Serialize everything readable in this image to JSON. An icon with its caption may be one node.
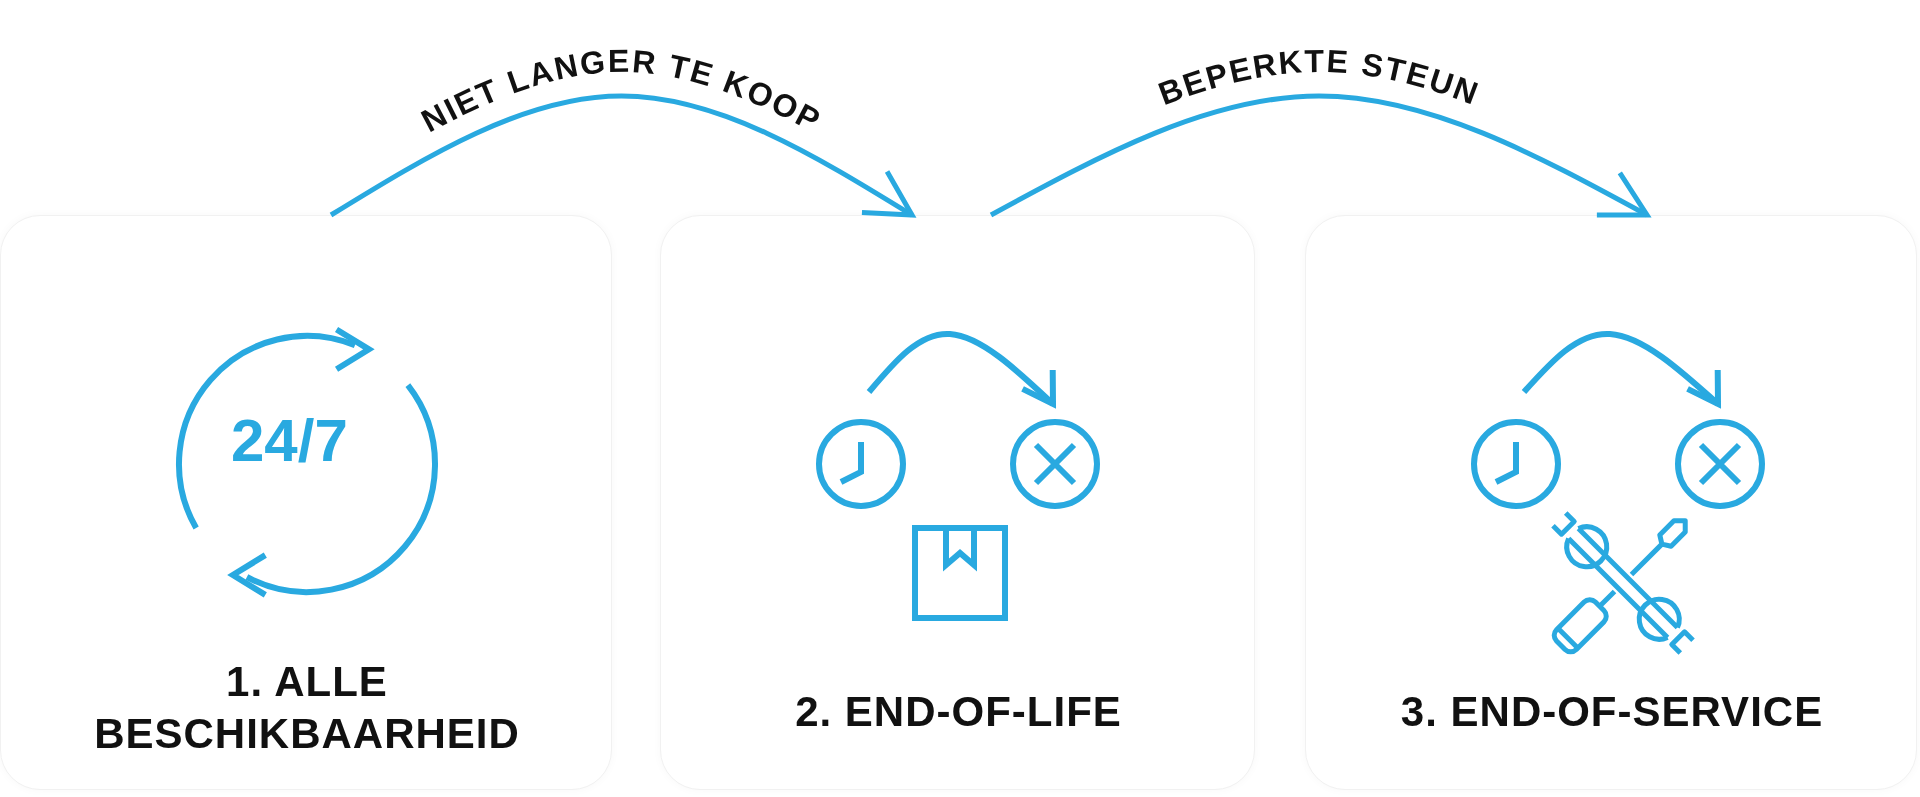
{
  "diagram": {
    "nodes": [
      {
        "text": [
          "1. ALLE BESCHIKBAARHEID"
        ]
      },
      {
        "text": [
          "2. END-OF-LIFE"
        ]
      },
      {
        "text": [
          "3. END-OF-SERVICE"
        ]
      }
    ],
    "edges": [
      {
        "from": 0,
        "to": 1,
        "arrow": "to",
        "label": "NIET LANGER TE KOOP"
      },
      {
        "from": 1,
        "to": 2,
        "arrow": "to",
        "label": "BEPERKTE STEUN"
      }
    ],
    "labels": [
      "24/7"
    ]
  }
}
